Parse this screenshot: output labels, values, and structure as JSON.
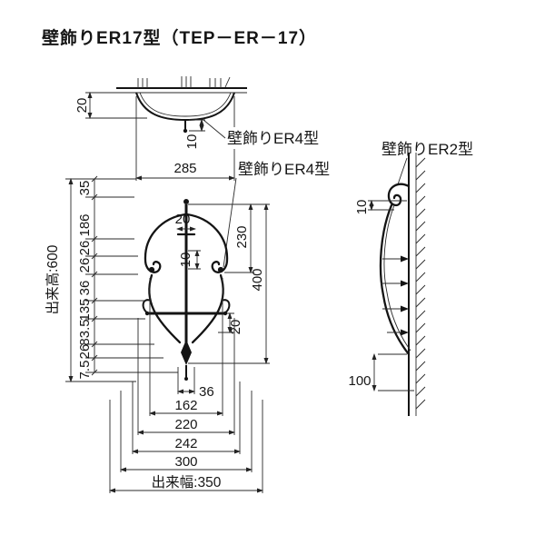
{
  "title": "壁飾りER17型（TEP－ER－17）",
  "callouts": {
    "er4_top": "壁飾りER4型",
    "er4_front": "壁飾りER4型",
    "er2_side": "壁飾りER2型"
  },
  "top_view": {
    "depth": "20",
    "stem_len": "10"
  },
  "front_view": {
    "width_top": "285",
    "left_chain": [
      "35",
      "186",
      "26",
      "26",
      "36",
      "135",
      "83.5",
      "26",
      "7.5"
    ],
    "overall_height": "出来高:600",
    "center_width": "20",
    "center_stem": "10",
    "upper_right": "230",
    "full_right": "400",
    "lower_right": "20",
    "bottom_chain": [
      "36",
      "162",
      "220",
      "242",
      "300"
    ],
    "overall_width": "出来幅:350"
  },
  "side_view": {
    "top_offset": "10",
    "bottom_offset": "100"
  }
}
